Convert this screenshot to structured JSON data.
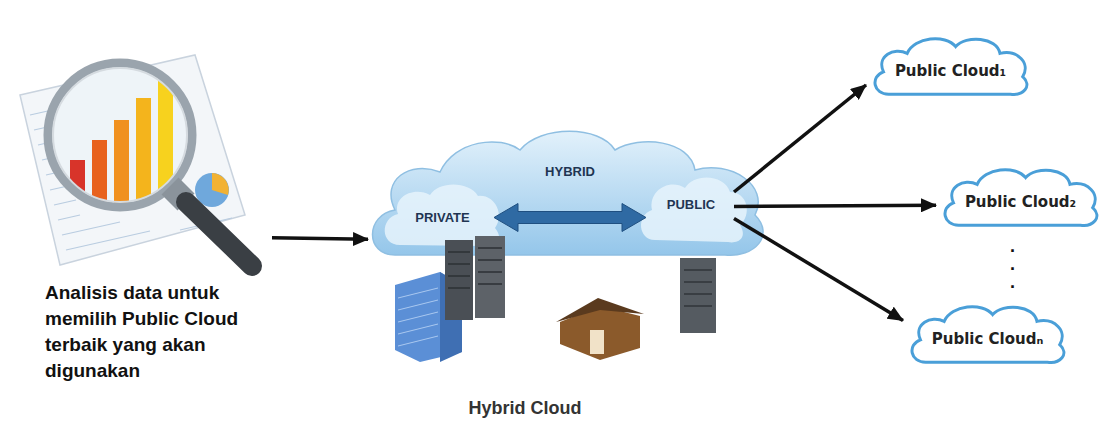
{
  "diagram": {
    "nodes": [
      {
        "text": [
          "Analisis data untuk memilih Public Cloud terbaik yang akan digunakan"
        ]
      },
      {
        "text": [
          "HYBRID",
          "Hybrid Cloud"
        ]
      },
      {
        "text": [
          "PRIVATE"
        ],
        "in": 1
      },
      {
        "text": [
          "PUBLIC"
        ],
        "in": 1
      },
      {
        "text": [
          "Public Cloud₁"
        ]
      },
      {
        "text": [
          "Public Cloud₂"
        ]
      },
      {
        "text": [
          "Public Cloudₙ"
        ]
      }
    ],
    "edges": [
      {
        "from": 0,
        "to": 1,
        "arrow": "to"
      },
      {
        "from": 2,
        "to": 3,
        "arrow": "both"
      },
      {
        "from": 3,
        "to": 4,
        "arrow": "to"
      },
      {
        "from": 3,
        "to": 5,
        "arrow": "to"
      },
      {
        "from": 3,
        "to": 6,
        "arrow": "to"
      }
    ],
    "labels": [
      ".",
      ".",
      "."
    ]
  }
}
